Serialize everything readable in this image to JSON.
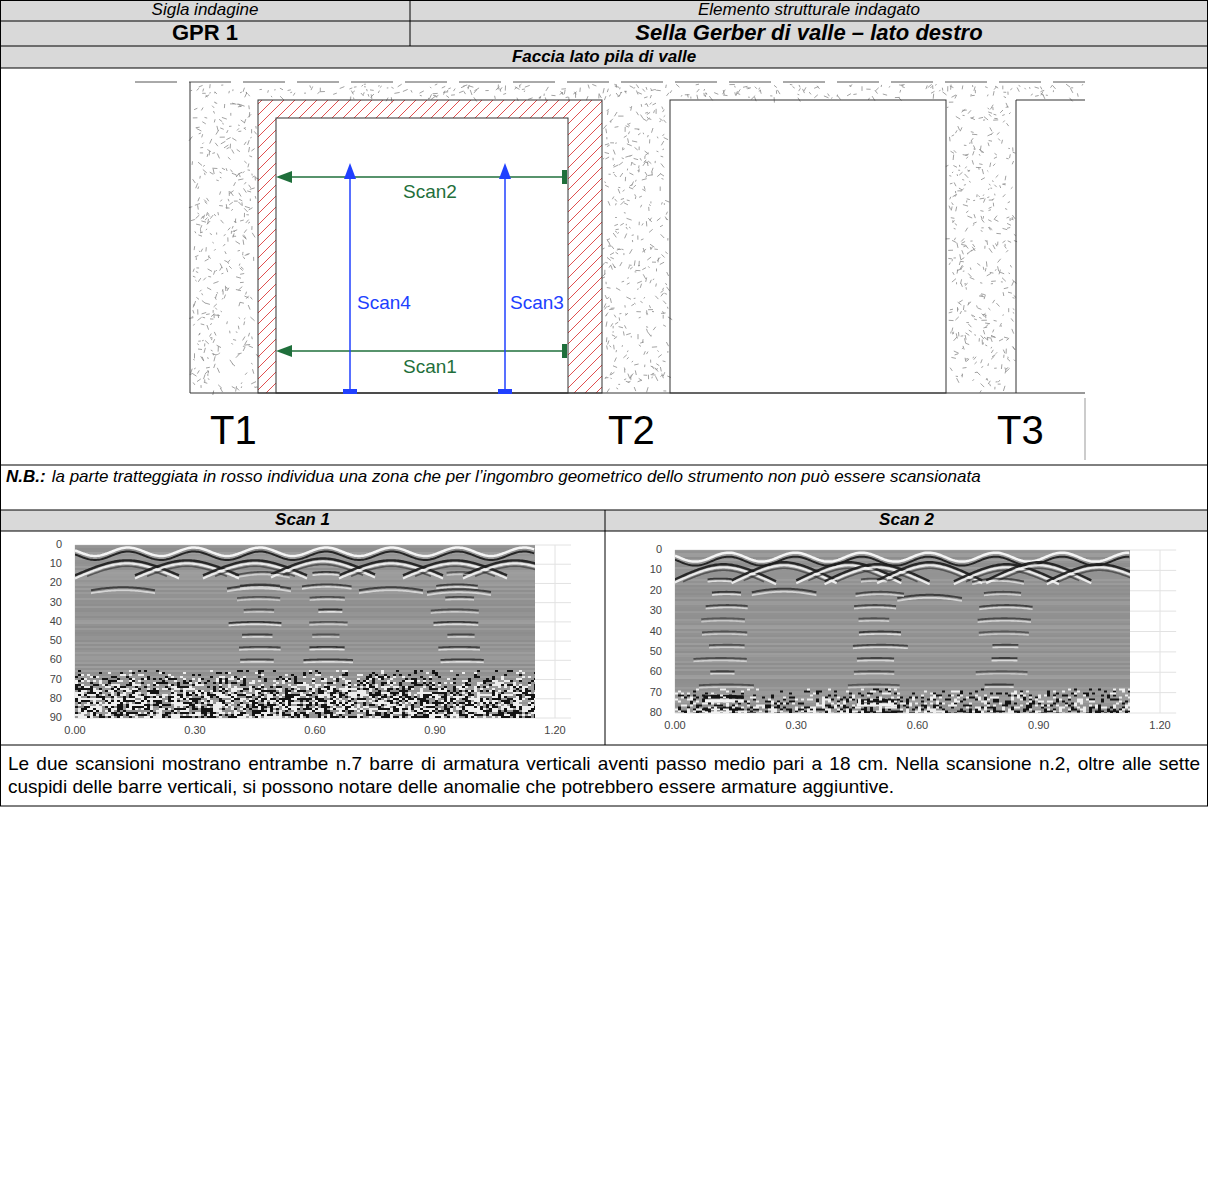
{
  "diagram": {
    "labels": [
      "Sigla indagine",
      "Elemento strutturale indagato",
      "GPR 1",
      "Sella Gerber di valle – lato destro",
      "Faccia lato pila di valle",
      "Scan2",
      "Scan4",
      "Scan3",
      "Scan1",
      "T1",
      "T2",
      "T3",
      "N.B.:",
      "la parte tratteggiata in rosso individua una zona che per l’ingombro geometrico dello strumento non può essere scansionata",
      "Scan 1",
      "Scan 2",
      "0",
      "10",
      "20",
      "30",
      "40",
      "50",
      "60",
      "70",
      "80",
      "90",
      "0.00",
      "0.30",
      "0.60",
      "0.90",
      "1.20",
      "0",
      "10",
      "20",
      "30",
      "40",
      "50",
      "60",
      "70",
      "80",
      "0.00",
      "0.30",
      "0.60",
      "0.90",
      "1.20",
      "Le due scansioni mostrano entrambe n.7 barre di armatura verticali aventi passo medio pari a 18 cm. Nella scansione n.2, oltre alle sette cuspidi delle barre verticali, si possono notare delle anomalie che potrebbero essere armature aggiuntive."
    ]
  }
}
